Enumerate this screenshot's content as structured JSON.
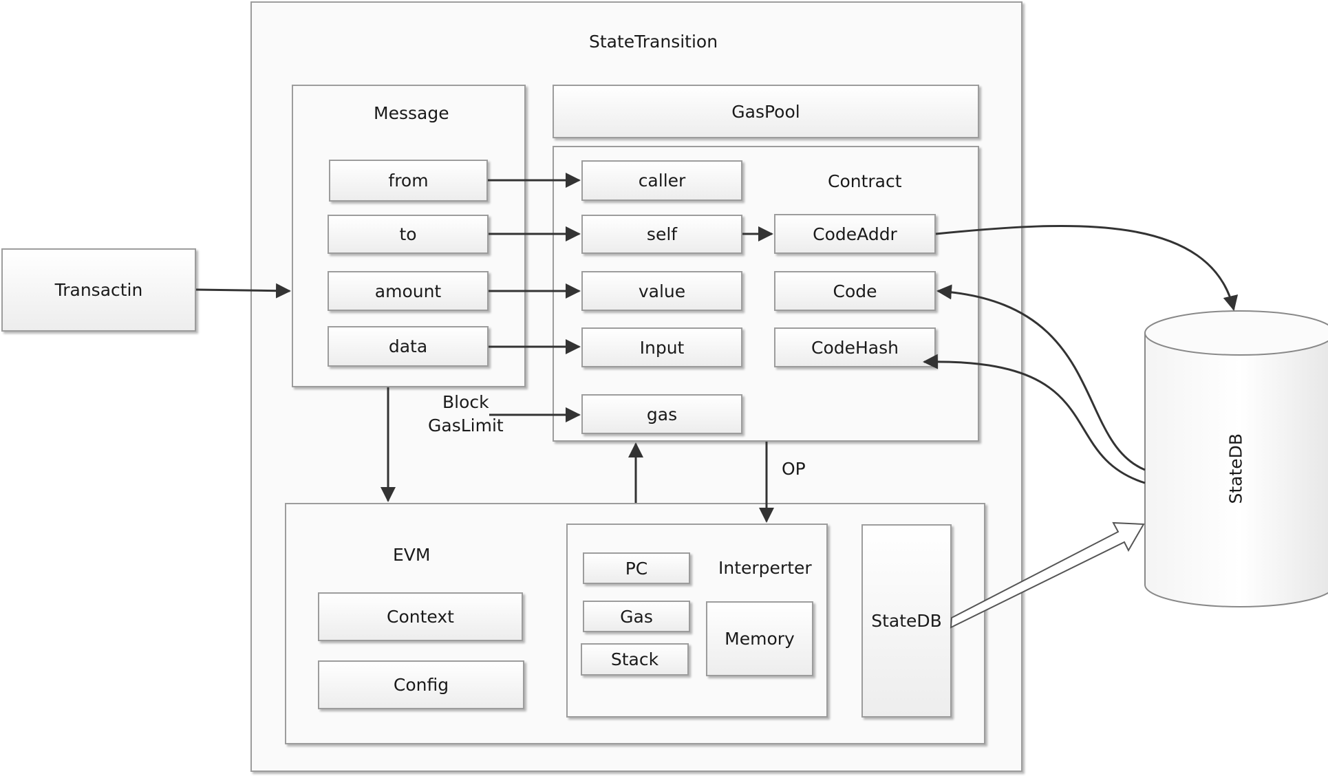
{
  "state_transition": {
    "title": "StateTransition"
  },
  "transaction": {
    "label": "Transactin"
  },
  "message": {
    "title": "Message",
    "fields": {
      "from": "from",
      "to": "to",
      "amount": "amount",
      "data": "data"
    }
  },
  "gaspool": {
    "label": "GasPool"
  },
  "contract": {
    "title": "Contract",
    "fields": {
      "caller": "caller",
      "self": "self",
      "value": "value",
      "input": "Input",
      "gas": "gas",
      "code_addr": "CodeAddr",
      "code": "Code",
      "code_hash": "CodeHash"
    }
  },
  "block_gaslimit": {
    "line1": "Block",
    "line2": "GasLimit"
  },
  "op_label": "OP",
  "evm": {
    "title": "EVM",
    "context": "Context",
    "config": "Config"
  },
  "interpreter": {
    "title": "Interperter",
    "pc": "PC",
    "gas": "Gas",
    "stack": "Stack",
    "memory": "Memory"
  },
  "evm_statedb": {
    "label": "StateDB"
  },
  "statedb_cylinder": {
    "label": "StateDB"
  }
}
